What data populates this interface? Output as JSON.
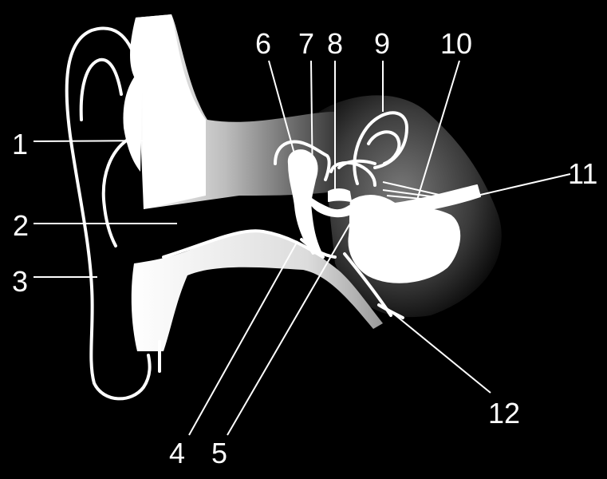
{
  "diagram": {
    "labels": [
      "1",
      "2",
      "3",
      "4",
      "5",
      "6",
      "7",
      "8",
      "9",
      "10",
      "11",
      "12"
    ],
    "colors": {
      "background": "#000000",
      "foreground": "#ffffff",
      "shade_dark": "#3a3a3a"
    }
  }
}
